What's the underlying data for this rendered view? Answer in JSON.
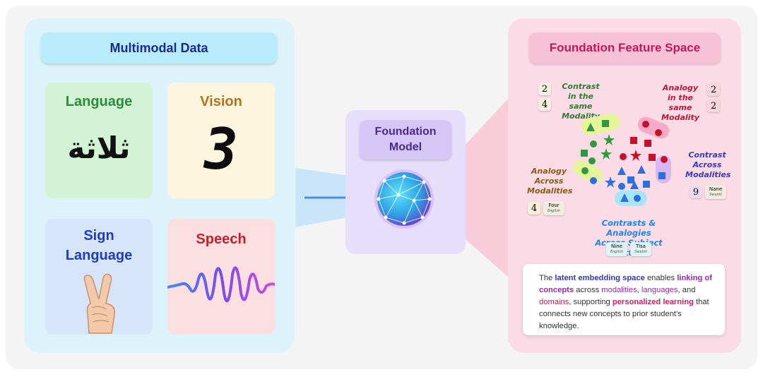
{
  "left": {
    "title": "Multimodal Data",
    "cards": {
      "language": {
        "title": "Language",
        "sample": "ثلاثة"
      },
      "vision": {
        "title": "Vision",
        "sample": "3"
      },
      "sign": {
        "title_line1": "Sign",
        "title_line2": "Language"
      },
      "speech": {
        "title": "Speech"
      }
    }
  },
  "middle": {
    "title_line1": "Foundation",
    "title_line2": "Model"
  },
  "right": {
    "title": "Foundation Feature Space",
    "labels": {
      "contrast_same": [
        "Contrast",
        "in the same",
        "Modality"
      ],
      "analogy_same": [
        "Analogy",
        "in the same",
        "Modality"
      ],
      "contrast_across": [
        "Contrast",
        "Across",
        "Modalities"
      ],
      "analogy_across": [
        "Analogy",
        "Across",
        "Modalities"
      ],
      "subject": [
        "Contrasts & Analogies",
        "Across Subject Matters"
      ]
    },
    "tiles": {
      "contrast_top": "2",
      "contrast_bottom": "4",
      "analogy_top": "2",
      "analogy_bottom": "2",
      "across_digit": "9",
      "analogy_digit": "4"
    },
    "tags": {
      "nane": {
        "word": "Nane",
        "lang": "Swahili"
      },
      "four": {
        "word": "Four",
        "lang": "English"
      },
      "nine": {
        "word": "Nine",
        "lang": "English"
      },
      "tisa": {
        "word": "Tisa",
        "lang": "Swahili"
      }
    },
    "description": {
      "p1": "The ",
      "h1": "latent embedding space",
      "p2": " enables ",
      "h2": "linking of concepts",
      "p3": " across ",
      "h3": "modalities",
      "p4": ", ",
      "h4": "languages",
      "p5": ", and ",
      "h5": "domains",
      "p6": ", supporting ",
      "h6": "personalized learning",
      "p7": " that connects new concepts to prior student's knowledge."
    }
  },
  "colors": {
    "blue_title": "#1b2a8c",
    "language_green": "#2e8b3e",
    "vision_orange": "#b07423",
    "sign_blue": "#1f3cc0",
    "speech_red": "#c4202a",
    "model_purple": "#4b2a8a",
    "feature_title": "#c2185b"
  },
  "icons": [
    "arrow-right-icon",
    "globe-network-icon",
    "hand-sign-icon",
    "speech-wave-icon"
  ]
}
